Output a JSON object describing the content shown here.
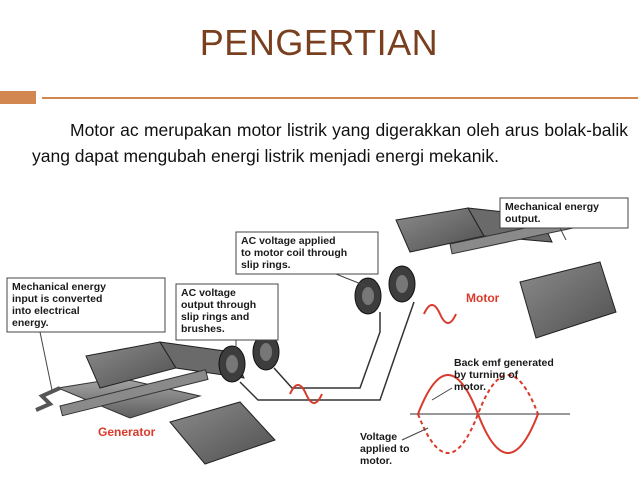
{
  "slide": {
    "title": "PENGERTIAN",
    "body": "Motor ac merupakan motor listrik yang digerakkan oleh arus bolak-balik yang dapat mengubah  energi listrik menjadi energi mekanik."
  },
  "diagram": {
    "callouts": {
      "mech_in": [
        "Mechanical energy",
        "input is converted",
        "into electrical",
        "energy."
      ],
      "ac_out": [
        "AC voltage",
        "output through",
        "slip rings and",
        "brushes."
      ],
      "ac_applied": [
        "AC voltage applied",
        "to motor coil through",
        "slip rings."
      ],
      "mech_out": [
        "Mechanical energy",
        "output."
      ],
      "back_emf": [
        "Back emf generated",
        "by turning of",
        "motor."
      ],
      "voltage": [
        "Voltage",
        "applied to",
        "motor."
      ]
    },
    "labels": {
      "generator": "Generator",
      "motor": "Motor"
    },
    "colors": {
      "accent": "#d1874f",
      "title": "#7a3f1f",
      "red": "#d93a2b",
      "metal": "#7f7f7f"
    }
  }
}
